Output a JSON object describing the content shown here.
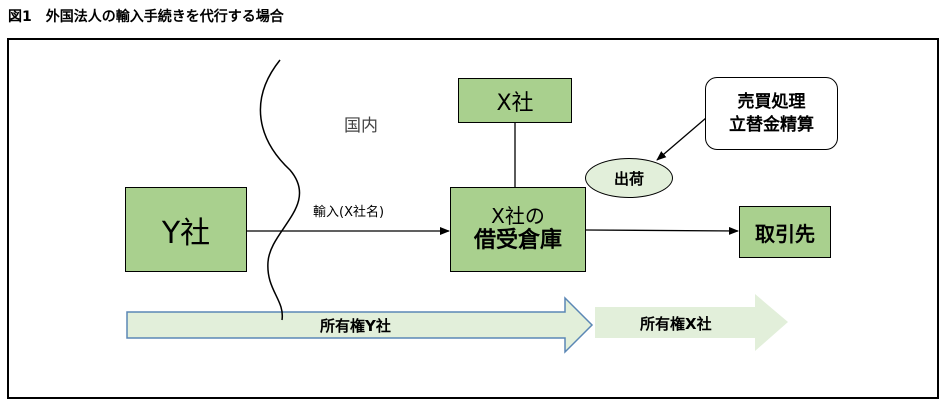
{
  "figure_title": "図1　外国法人の輸入手続きを代行する場合",
  "nodes": {
    "y_company": "Y社",
    "x_company": "X社",
    "warehouse_line1": "X社の",
    "warehouse_line2": "借受倉庫",
    "trading_partner": "取引先",
    "note_line1": "売買処理",
    "note_line2": "立替金精算",
    "shipment": "出荷"
  },
  "labels": {
    "domestic": "国内",
    "import": "輸入(X社名)",
    "ownership_y": "所有権Y社",
    "ownership_x": "所有権X社"
  },
  "colors": {
    "box_fill": "#a9d08e",
    "light_fill": "#e2efda",
    "arrow_outline": "#5b87b5"
  }
}
